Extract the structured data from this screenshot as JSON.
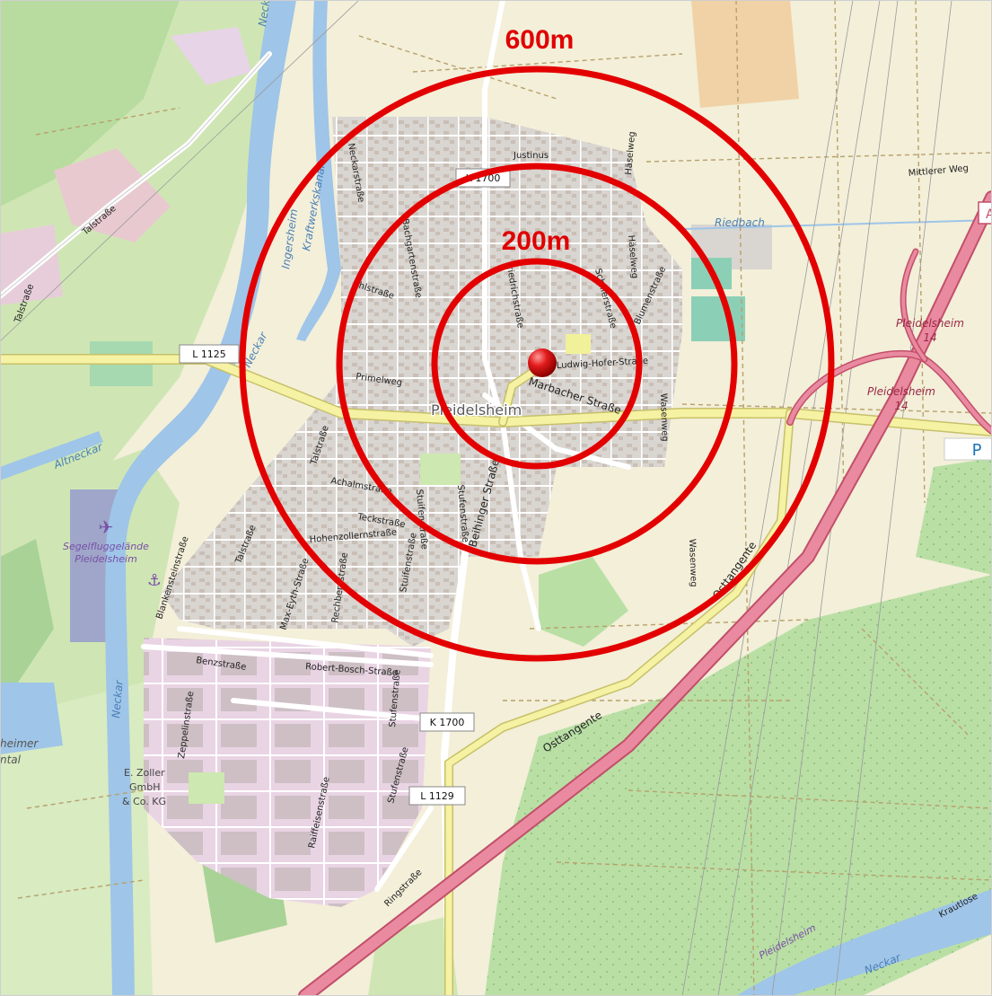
{
  "rings": [
    {
      "label": "600m"
    },
    {
      "label": "200m"
    }
  ],
  "place": {
    "name": "Pleidelsheim"
  },
  "water": {
    "neckar": "Neckar",
    "altneckar": "Altneckar",
    "kraftwerkskanal": "Kraftwerkskanal",
    "ingersheim": "Ingersheim",
    "riedbach": "Riedbach",
    "partial_left": "heimer",
    "partial_left2": "ntal"
  },
  "road_refs": {
    "l1125": "L 1125",
    "k1700_north": "K 1700",
    "k1700_south": "K 1700",
    "l1129": "L 1129"
  },
  "streets": {
    "talstrasse_nw": "Talstraße",
    "talstrasse_w": "Talstraße",
    "neckarstrasse": "Neckarstraße",
    "justinus": "Justinus",
    "mittlerer_weg": "Mittlerer Weg",
    "haeselweg": "Häselweg",
    "haeselweg2": "Häselweg",
    "uhlstrasse": "Uhlstraße",
    "bachgartenstrasse": "Bachgartenstraße",
    "friedrichstrasse": "Friedrichstraße",
    "schillerstrasse": "Schillerstraße",
    "blumenstrasse": "Blumenstraße",
    "ludwig_hofer": "Ludwig-Hofer-Straße",
    "primelweg": "Primelweg",
    "marbacher": "Marbacher Straße",
    "talstrasse_s": "Talstraße",
    "achalmstrasse": "Achalmstraße",
    "teckstrasse": "Teckstraße",
    "hohenzollern": "Hohenzollernstraße",
    "stuifenstrasse": "Stuifenstraße",
    "stufenstrasse": "Stufenstraße",
    "beihinger": "Beihinger Straße",
    "wasenweg": "Wasenweg",
    "wasenweg2": "Wasenweg",
    "osttangente1": "Osttangente",
    "osttangente2": "Osttangente",
    "blankenstein": "Blankensteinstraße",
    "talstrasse_sw": "Talstraße",
    "max_eyth": "Max-Eyth-Straße",
    "rechbergstrasse": "Rechbergstraße",
    "stuifenstrasse2": "Stuifenstraße",
    "benzstrasse": "Benzstraße",
    "robert_bosch": "Robert-Bosch-Straße",
    "stufenstrasse2": "Stufenstraße",
    "stufenstrasse3": "Stufenstraße",
    "zeppelinstrasse": "Zeppelinstraße",
    "raiffeisen": "Raiffeisenstraße",
    "ringstrasse": "Ringstraße",
    "krautlose": "Krautlose",
    "pleidelsheim_se": "Pleidelsheim"
  },
  "pois": {
    "segelflug1": "Segelfluggelände",
    "segelflug2": "Pleidelsheim",
    "zoller1": "E. Zoller",
    "zoller2": "GmbH",
    "zoller3": "& Co. KG",
    "parking": "P",
    "partial_right": "A"
  },
  "motorway_exits": [
    {
      "name": "Pleidelsheim",
      "number": "14"
    },
    {
      "name": "Pleidelsheim",
      "number": "14"
    }
  ],
  "colors": {
    "ring": "#e30000",
    "marker": "#d40000",
    "land": "#f3efd9",
    "field": "#eef0d5",
    "residential": "#dcdcdc",
    "industrial": "#ead7e6",
    "forest": "#a8d39a",
    "meadow": "#cde8b0",
    "water": "#9fc5e8",
    "motorway": "#e8869a",
    "primary": "#f5f2a4"
  }
}
